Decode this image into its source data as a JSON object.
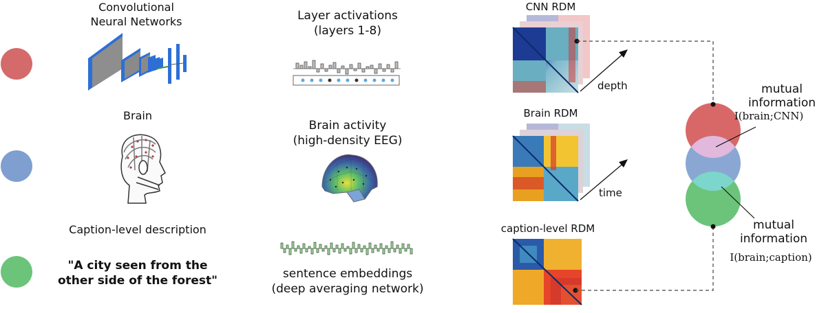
{
  "colors": {
    "cnn": "#d46a6a",
    "brain": "#7f9fd0",
    "caption": "#6cc47a"
  },
  "rows": {
    "cnn": {
      "title_line1": "Convolutional",
      "title_line2": "Neural Networks",
      "icon": "cnn-architecture-icon"
    },
    "brain": {
      "title": "Brain",
      "icon": "head-eeg-cap-icon"
    },
    "caption": {
      "title": "Caption-level description",
      "quote_line1": "\"A city seen from the",
      "quote_line2": "other side of the forest\""
    }
  },
  "middle": {
    "layer": {
      "line1": "Layer activations",
      "line2": "(layers 1-8)"
    },
    "eeg": {
      "line1": "Brain activity",
      "line2": "(high-density EEG)"
    },
    "sent": {
      "line1": "sentence embeddings",
      "line2": "(deep averaging network)"
    }
  },
  "rdms": {
    "cnn": {
      "title": "CNN RDM",
      "axis": "depth"
    },
    "brain": {
      "title": "Brain RDM",
      "axis": "time"
    },
    "caption": {
      "title": "caption-level RDM"
    }
  },
  "venn": {
    "mi_top_line1": "mutual",
    "mi_top_line2": "information",
    "mi_top_formula": "I(brain;CNN)",
    "mi_bottom_line1": "mutual",
    "mi_bottom_line2": "information",
    "mi_bottom_formula": "I(brain;caption)"
  }
}
